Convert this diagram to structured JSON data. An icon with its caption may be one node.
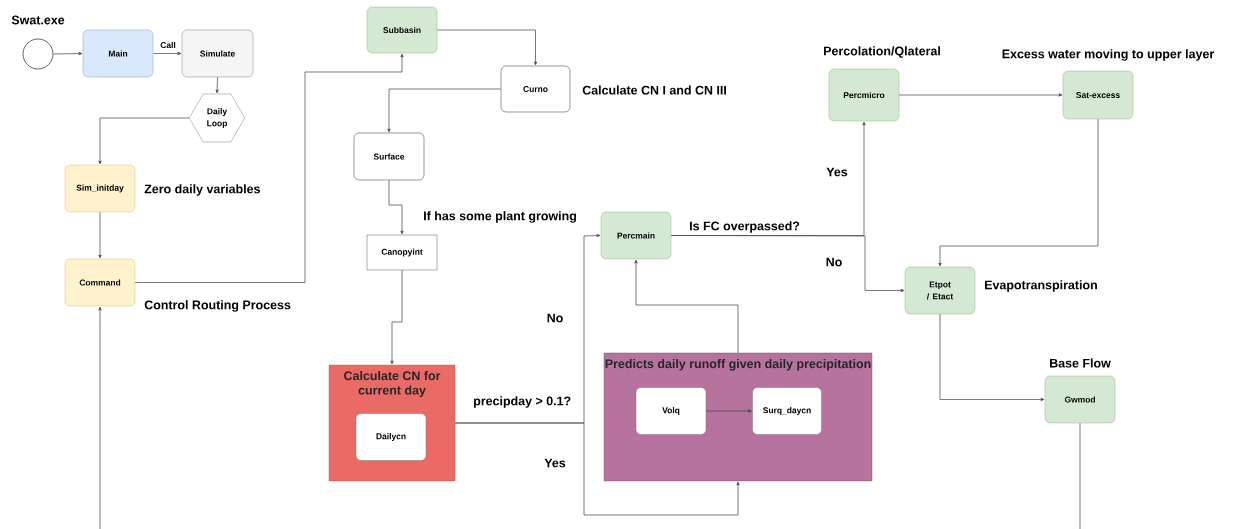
{
  "diagram": {
    "nodes": [
      {
        "text": [],
        "shape": "circle",
        "beside": [
          "Swat.exe"
        ]
      },
      {
        "text": [
          "Main"
        ]
      },
      {
        "text": [
          "Simulate"
        ]
      },
      {
        "text": [
          "Daily Loop"
        ]
      },
      {
        "text": [
          "Sim_initday"
        ],
        "beside": [
          "Zero daily variables"
        ]
      },
      {
        "text": [
          "Command"
        ],
        "beside": [
          "Control Routing Process"
        ]
      },
      {
        "text": [
          "Subbasin"
        ]
      },
      {
        "text": [
          "Curno"
        ],
        "beside": [
          "Calculate CN I and CN III"
        ]
      },
      {
        "text": [
          "Surface"
        ]
      },
      {
        "text": [
          "Canopyint"
        ]
      },
      {
        "text": [
          "Calculate CN for current day"
        ]
      },
      {
        "text": [
          "Dailycn"
        ],
        "in": 10
      },
      {
        "text": [
          "Percmain"
        ],
        "beside": [
          "Is FC overpassed?"
        ]
      },
      {
        "text": [
          "Predicts daily runoff given daily precipitation"
        ]
      },
      {
        "text": [
          "Volq"
        ],
        "in": 13
      },
      {
        "text": [
          "Surq_daycn"
        ],
        "in": 13
      },
      {
        "text": [
          "Percmicro"
        ],
        "beside": [
          "Percolation/Qlateral"
        ]
      },
      {
        "text": [
          "Sat-excess"
        ],
        "beside": [
          "Excess water moving to upper layer"
        ]
      },
      {
        "text": [
          "Etpot / Etact"
        ],
        "beside": [
          "Evapotranspiration"
        ]
      },
      {
        "text": [
          "Gwmod"
        ],
        "beside": [
          "Base Flow"
        ]
      }
    ],
    "edges": [
      {
        "from": 0,
        "to": 1,
        "arrow": "to"
      },
      {
        "from": 1,
        "to": 2,
        "arrow": "to",
        "label": "Call"
      },
      {
        "from": 2,
        "to": 3,
        "arrow": "to"
      },
      {
        "from": 3,
        "to": 4,
        "arrow": "to"
      },
      {
        "from": 4,
        "to": 5,
        "arrow": "to"
      },
      {
        "from": null,
        "to": 5,
        "arrow": "to"
      },
      {
        "from": 5,
        "to": 6,
        "arrow": "to"
      },
      {
        "from": 6,
        "to": 7,
        "arrow": "to"
      },
      {
        "from": 7,
        "to": 8,
        "arrow": "to"
      },
      {
        "from": 8,
        "to": 9,
        "arrow": "to"
      },
      {
        "from": 9,
        "to": 10,
        "arrow": "to"
      },
      {
        "from": 10,
        "to": 12,
        "arrow": "to",
        "label": "No"
      },
      {
        "from": 10,
        "to": 13,
        "arrow": "to",
        "label": "Yes"
      },
      {
        "from": 13,
        "to": 12,
        "arrow": "to"
      },
      {
        "from": 14,
        "to": 15,
        "arrow": "to"
      },
      {
        "from": 12,
        "to": 16,
        "arrow": "to",
        "label": "Yes"
      },
      {
        "from": 12,
        "to": 18,
        "arrow": "to",
        "label": "No"
      },
      {
        "from": 16,
        "to": 17,
        "arrow": "to"
      },
      {
        "from": 17,
        "to": 18,
        "arrow": "to"
      },
      {
        "from": 18,
        "to": 19,
        "arrow": "to"
      },
      {
        "from": 19,
        "to": null,
        "arrow": "none"
      }
    ],
    "labels": [
      "If has some plant growing",
      "precipday > 0.1?"
    ]
  }
}
